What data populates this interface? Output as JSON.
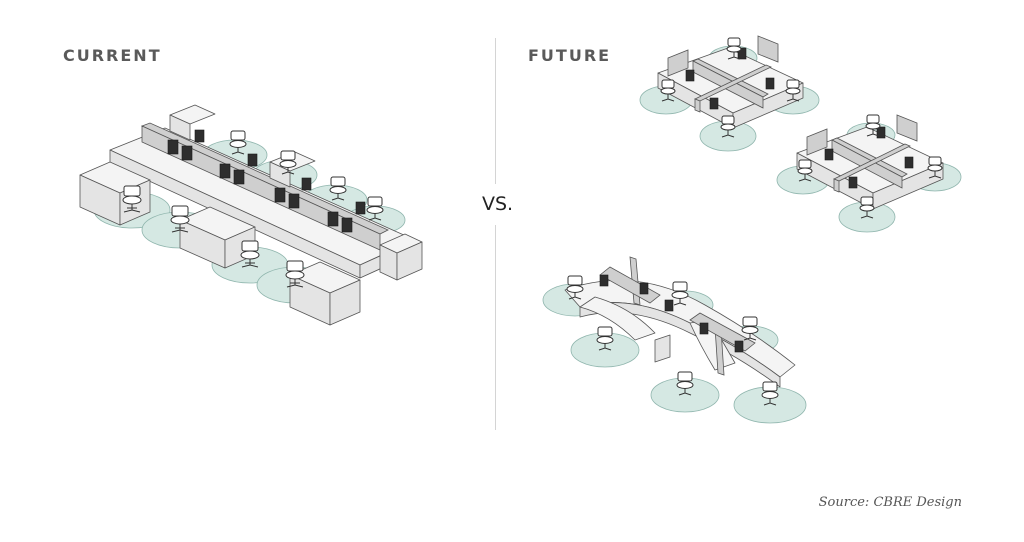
{
  "headings": {
    "current": "CURRENT",
    "future": "FUTURE"
  },
  "vs_label": "VS.",
  "source": "Source: CBRE Design",
  "colors": {
    "zone_fill": "#d5e8e3",
    "heading": "#5a5a5a",
    "screen": "#2e2e2e"
  }
}
